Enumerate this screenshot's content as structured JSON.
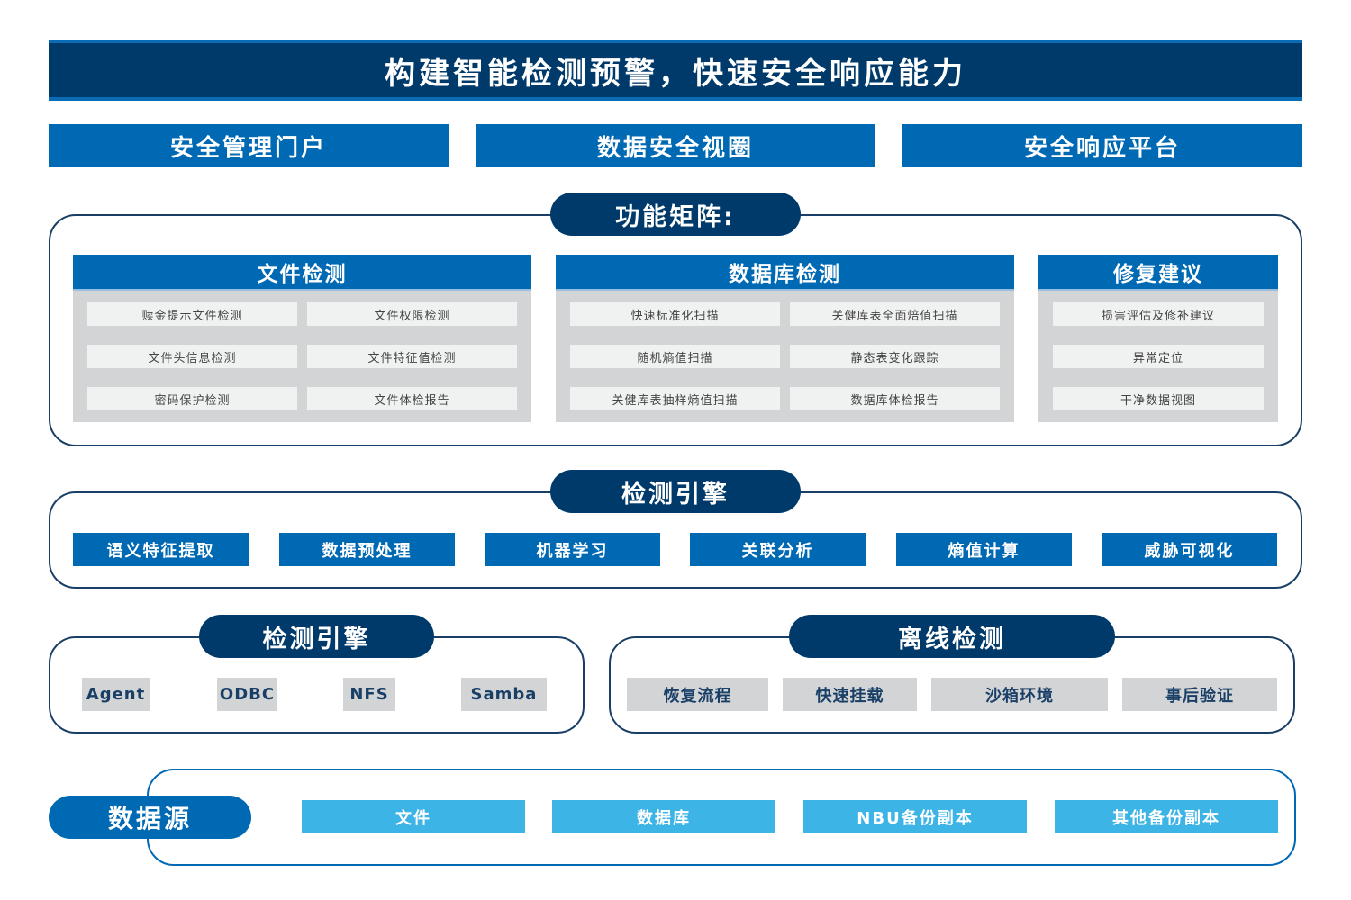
{
  "title": "构建智能检测预警，快速安全响应能力",
  "top_buttons": [
    "安全管理门户",
    "数据安全视圈",
    "安全响应平台"
  ],
  "matrix": {
    "label": "功能矩阵:",
    "cards": [
      {
        "title": "文件检测",
        "items": [
          "赎金提示文件检测",
          "文件权限检测",
          "文件头信息检测",
          "文件特征值检测",
          "密码保护检测",
          "文件体检报告"
        ]
      },
      {
        "title": "数据库检测",
        "items": [
          "快速标准化扫描",
          "关健库表全面焙值扫描",
          "随机熵值扫描",
          "静态表变化跟踪",
          "关健库表抽样熵值扫描",
          "数据库体检报告"
        ]
      },
      {
        "title": "修复建议",
        "items": [
          "损害评估及修补建议",
          "异常定位",
          "干净数据视图"
        ]
      }
    ]
  },
  "engine": {
    "label": "检测引擎",
    "items": [
      "语义特征提取",
      "数据预处理",
      "机器学习",
      "关联分析",
      "熵值计算",
      "威胁可视化"
    ]
  },
  "engine2": {
    "label": "检测引擎",
    "items": [
      "Agent",
      "ODBC",
      "NFS",
      "Samba"
    ]
  },
  "offline": {
    "label": "离线检测",
    "items": [
      "恢复流程",
      "快速挂载",
      "沙箱环境",
      "事后验证"
    ]
  },
  "datasource": {
    "label": "数据源",
    "items": [
      "文件",
      "数据库",
      "NBU备份副本",
      "其他备份副本"
    ]
  },
  "colors": {
    "navy": "#003a6a",
    "blue": "#0069b4",
    "light_blue": "#3db4e6",
    "gray": "#d3d4d6"
  }
}
